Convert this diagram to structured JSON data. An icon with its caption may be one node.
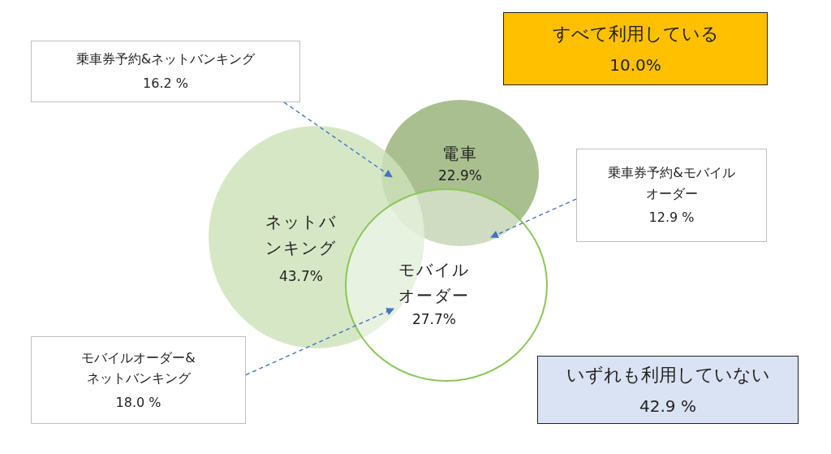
{
  "diagram": {
    "nodes": [
      {
        "text": [
          "乗車券予約&ネットバンキング",
          "16.2 %"
        ]
      },
      {
        "text": [
          "すべて利用している",
          "10.0%"
        ]
      },
      {
        "text": [
          "電車",
          "22.9%"
        ]
      },
      {
        "text": [
          "乗車券予約&モバイルオーダー",
          "12.9 %"
        ]
      },
      {
        "text": [
          "ネットバンキング",
          "43.7%"
        ]
      },
      {
        "text": [
          "モバイルオーダー",
          "27.7%"
        ]
      },
      {
        "text": [
          "モバイルオーダー&ネットバンキング",
          "18.0 %"
        ]
      },
      {
        "text": [
          "いずれも利用していない",
          "42.9 %"
        ]
      }
    ],
    "edges": [
      {
        "from": 0,
        "to": 2,
        "arrow": "to",
        "style": "dashed"
      },
      {
        "from": 3,
        "to": 2,
        "arrow": "to",
        "style": "dashed"
      },
      {
        "from": 6,
        "to": 5,
        "arrow": "to",
        "style": "dashed"
      }
    ]
  }
}
